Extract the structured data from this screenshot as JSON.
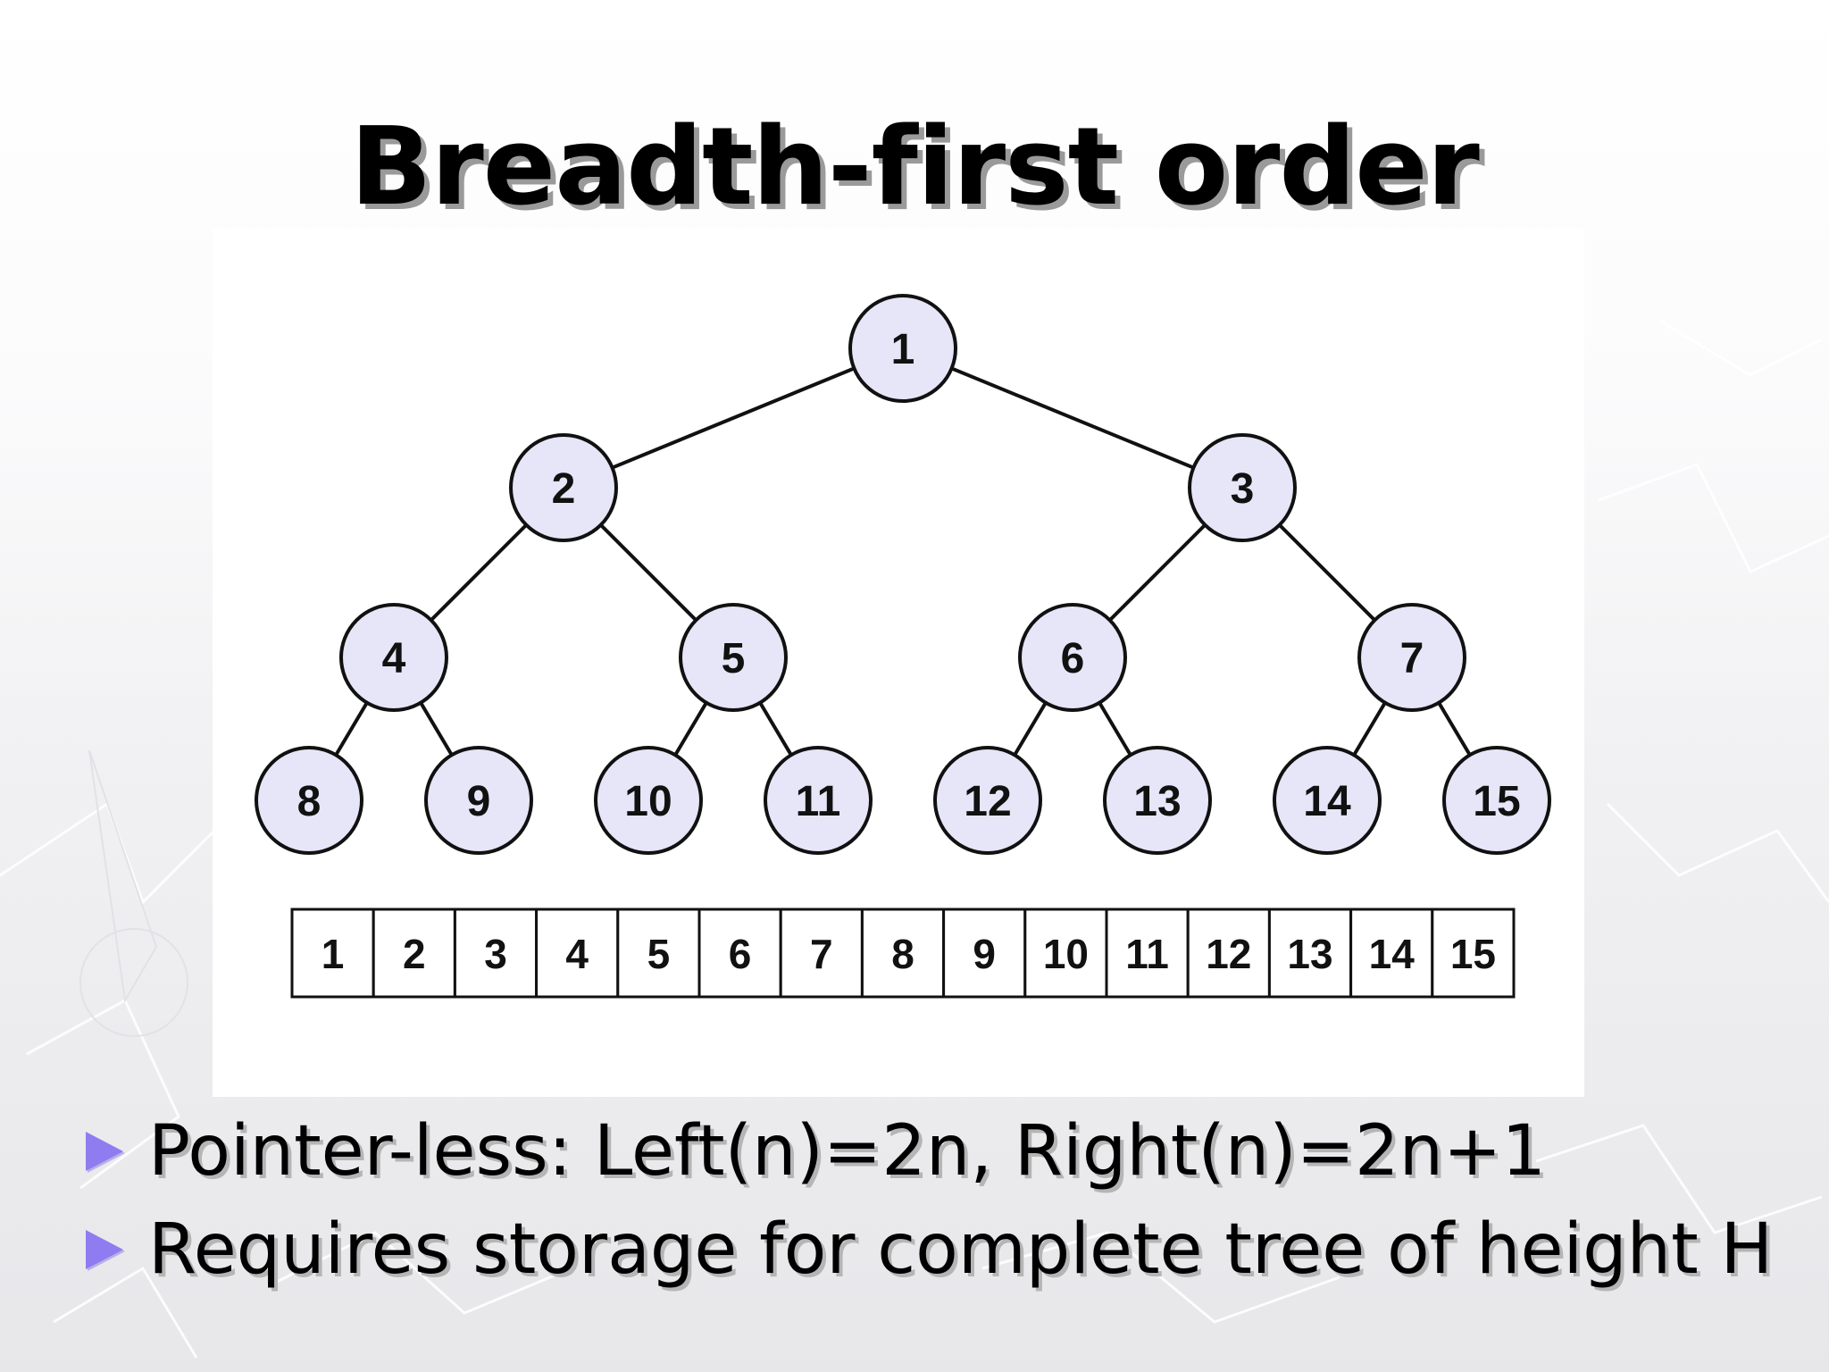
{
  "slide": {
    "title": "Breadth-first order"
  },
  "tree": {
    "nodes": [
      {
        "id": 1,
        "label": "1",
        "level": 0
      },
      {
        "id": 2,
        "label": "2",
        "level": 1
      },
      {
        "id": 3,
        "label": "3",
        "level": 1
      },
      {
        "id": 4,
        "label": "4",
        "level": 2
      },
      {
        "id": 5,
        "label": "5",
        "level": 2
      },
      {
        "id": 6,
        "label": "6",
        "level": 2
      },
      {
        "id": 7,
        "label": "7",
        "level": 2
      },
      {
        "id": 8,
        "label": "8",
        "level": 3
      },
      {
        "id": 9,
        "label": "9",
        "level": 3
      },
      {
        "id": 10,
        "label": "10",
        "level": 3
      },
      {
        "id": 11,
        "label": "11",
        "level": 3
      },
      {
        "id": 12,
        "label": "12",
        "level": 3
      },
      {
        "id": 13,
        "label": "13",
        "level": 3
      },
      {
        "id": 14,
        "label": "14",
        "level": 3
      },
      {
        "id": 15,
        "label": "15",
        "level": 3
      }
    ],
    "edges": [
      [
        1,
        2
      ],
      [
        1,
        3
      ],
      [
        2,
        4
      ],
      [
        2,
        5
      ],
      [
        3,
        6
      ],
      [
        3,
        7
      ],
      [
        4,
        8
      ],
      [
        4,
        9
      ],
      [
        5,
        10
      ],
      [
        5,
        11
      ],
      [
        6,
        12
      ],
      [
        6,
        13
      ],
      [
        7,
        14
      ],
      [
        7,
        15
      ]
    ],
    "node_fill": "#e6e6f8",
    "node_stroke": "#111111"
  },
  "array": {
    "cells": [
      "1",
      "2",
      "3",
      "4",
      "5",
      "6",
      "7",
      "8",
      "9",
      "10",
      "11",
      "12",
      "13",
      "14",
      "15"
    ]
  },
  "bullets": [
    {
      "text": "Pointer-less: Left(n)=2n, Right(n)=2n+1"
    },
    {
      "text": "Requires storage for complete tree of height H"
    }
  ],
  "colors": {
    "bullet_arrow": "#8f7cf0"
  }
}
